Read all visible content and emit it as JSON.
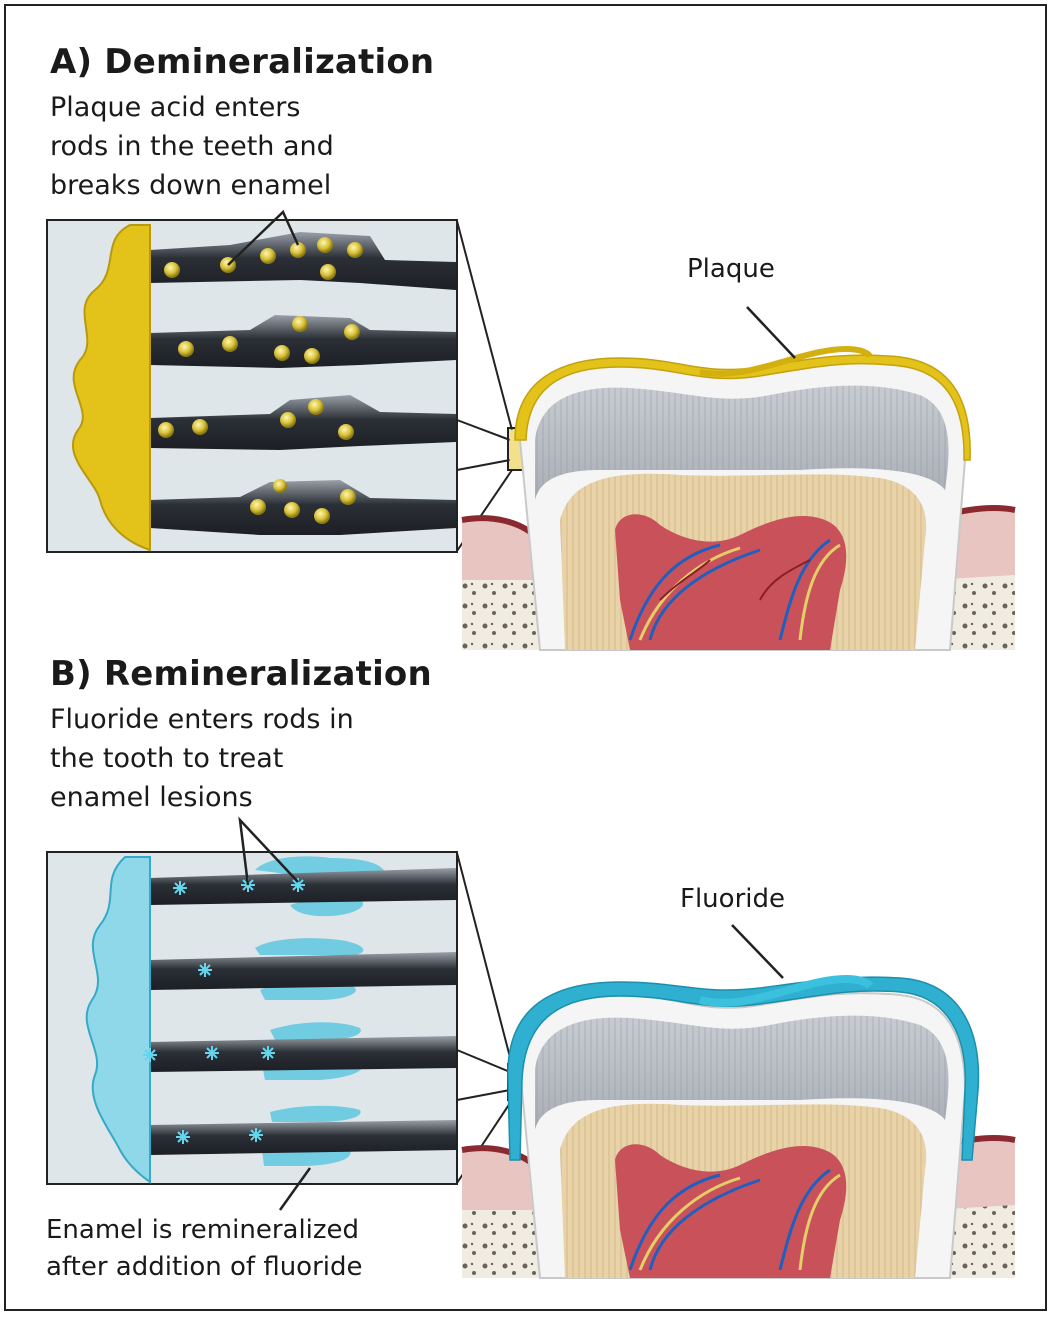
{
  "panel_a": {
    "title": "A) Demineralization",
    "caption": "Plaque acid enters\nrods in the teeth and\nbreaks down enamel",
    "tooth_label": "Plaque",
    "colors": {
      "coating": "#e3c21a",
      "particles": "#d6c23a"
    }
  },
  "panel_b": {
    "title": "B) Remineralization",
    "caption": "Fluoride enters rods in\nthe tooth to treat\nenamel lesions",
    "tooth_label": "Fluoride",
    "bottom_caption": "Enamel is remineralized\nafter addition of fluoride",
    "colors": {
      "coating": "#2fb0d0",
      "particles": "#5fd2ea"
    }
  }
}
